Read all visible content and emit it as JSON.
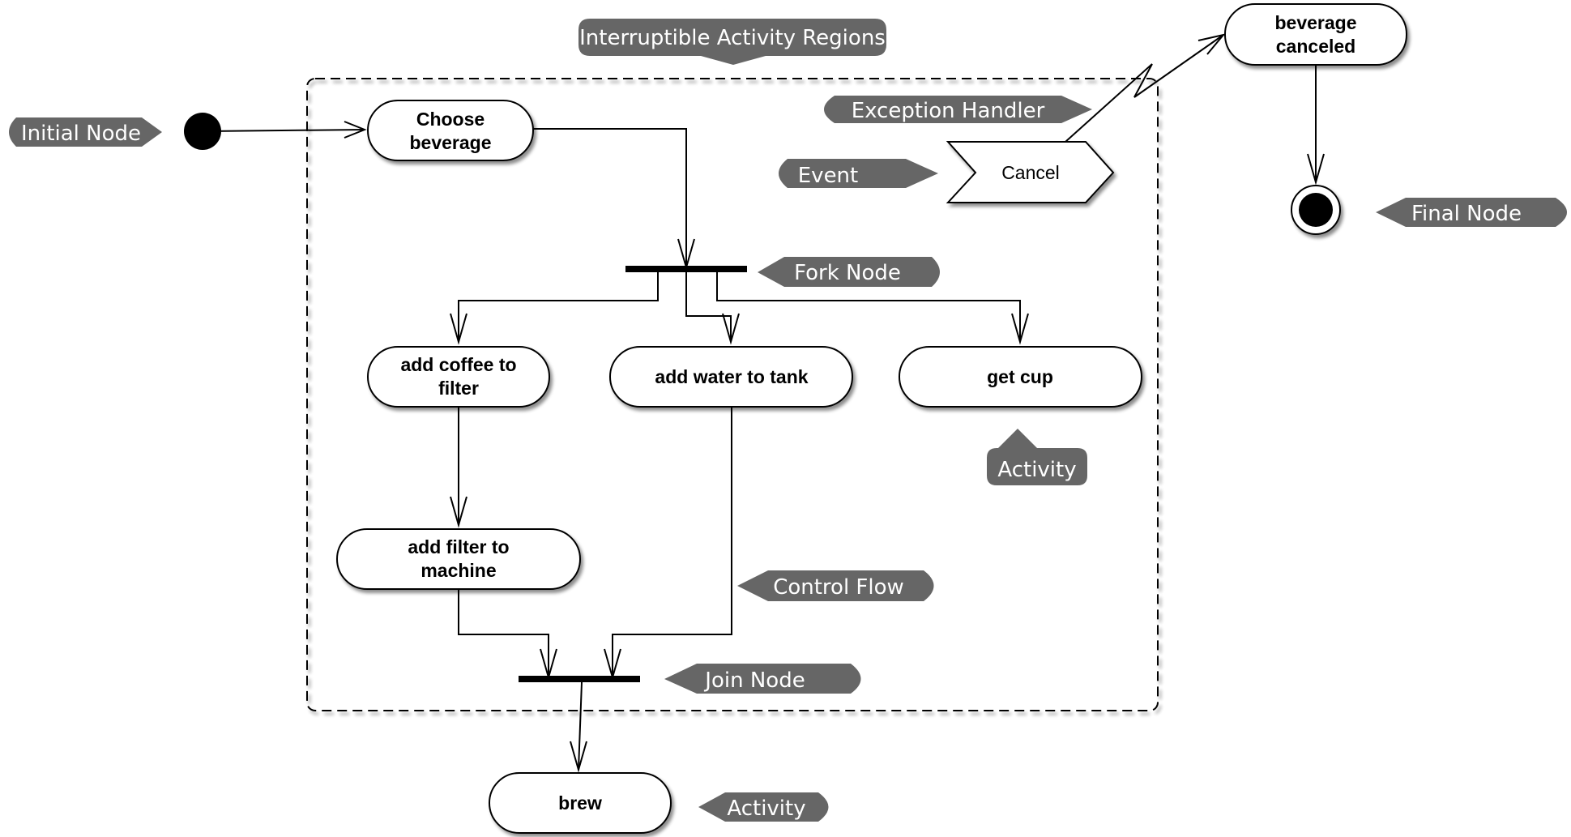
{
  "actions": {
    "choose_beverage": [
      "Choose",
      "beverage"
    ],
    "add_coffee": [
      "add coffee to",
      "filter"
    ],
    "add_water": "add water to tank",
    "get_cup": "get cup",
    "add_filter": [
      "add filter to",
      "machine"
    ],
    "brew": "brew",
    "beverage_canceled": [
      "beverage",
      "canceled"
    ]
  },
  "event": "Cancel",
  "callouts": {
    "interruptible_region": "Interruptible Activity Regions",
    "initial_node": "Initial Node",
    "exception_handler": "Exception Handler",
    "event": "Event",
    "fork_node": "Fork Node",
    "final_node": "Final Node",
    "activity_get_cup": "Activity",
    "control_flow": "Control Flow",
    "join_node": "Join Node",
    "activity_brew": "Activity"
  },
  "colors": {
    "callout_fill": "#666666",
    "callout_text": "#ffffff",
    "stroke": "#000000"
  }
}
